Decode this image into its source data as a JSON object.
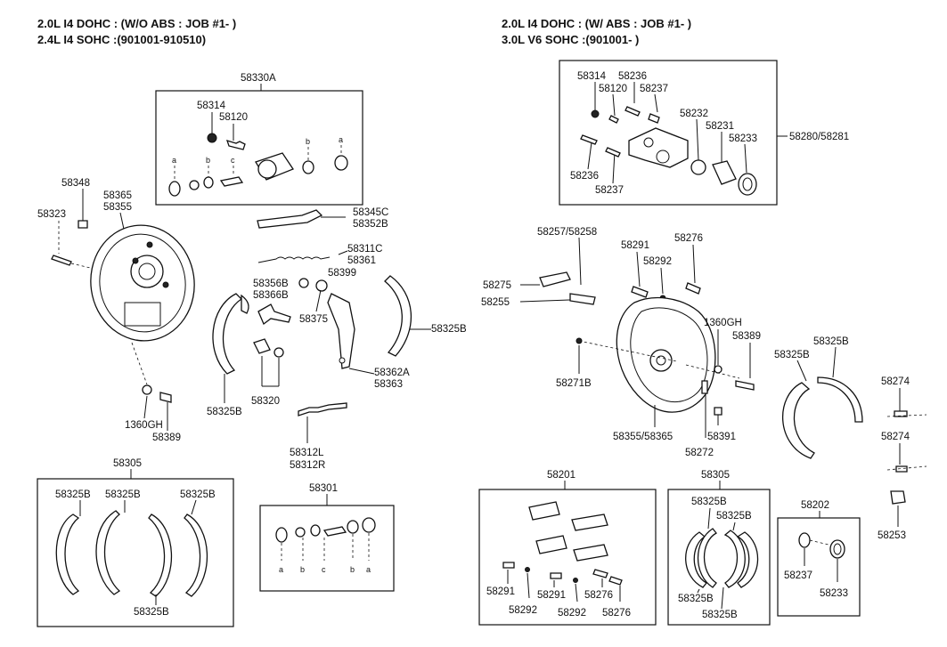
{
  "left_section": {
    "header_line1": "2.0L I4 DOHC : (W/O ABS : JOB #1- )",
    "header_line2": "2.4L I4 SOHC :(901001-910510)",
    "labels": {
      "wheel_cyl_assy": "58330A",
      "bleeder_cap": "58314",
      "bleeder_screw": "58120",
      "key_a1": "a",
      "key_b1": "b",
      "key_c1": "c",
      "key_b2": "b",
      "key_a2": "a",
      "bolt": "58348",
      "backing_plate_1": "58365",
      "backing_plate_2": "58355",
      "screw": "58323",
      "strut_1": "58345C",
      "strut_2": "58352B",
      "spring_1": "58311C",
      "spring_2": "58361",
      "clip": "58399",
      "lever_1": "58356B",
      "lever_2": "58366B",
      "pin": "58375",
      "shoe_right": "58325B",
      "lever_3": "58362A",
      "lever_4": "58363",
      "shoe_left": "58325B",
      "hold_down": "58320",
      "nut": "1360GH",
      "bolt_2": "58389",
      "adjuster_1": "58312L",
      "adjuster_2": "58312R"
    },
    "shoe_kit": {
      "title": "58305",
      "labels": [
        "58325B",
        "58325B",
        "58325B",
        "58325B"
      ]
    },
    "repair_kit": {
      "title": "58301",
      "keys": [
        "a",
        "b",
        "c",
        "b",
        "a"
      ]
    }
  },
  "right_section": {
    "header_line1": "2.0L I4 DOHC : (W/ ABS : JOB #1- )",
    "header_line2": "3.0L V6 SOHC :(901001- )",
    "caliper_box": {
      "labels": {
        "cap": "58314",
        "bushing_top": "58236",
        "bleeder": "58120",
        "boot_top": "58237",
        "piston_seal": "58232",
        "piston": "58231",
        "dust_boot": "58233",
        "bushing_bot": "58236",
        "boot_bot": "58237"
      },
      "assembly": "58280/58281"
    },
    "labels": {
      "parking_shoe_set": "58257/58258",
      "clip_a": "58275",
      "lever_a": "58255",
      "guide_pin": "58291",
      "bushing": "58292",
      "sleeve": "58276",
      "nut": "1360GH",
      "bolt": "58389",
      "bolt_2": "58271B",
      "backing_plate": "58355/58365",
      "spring": "58391",
      "clip_b": "58272",
      "shoe_1": "58325B",
      "shoe_2": "58325B",
      "cable_1": "58274",
      "cable_2": "58274",
      "cable_3": "58253"
    },
    "pad_kit": {
      "title": "58201",
      "labels": [
        "58291",
        "58292",
        "58291",
        "58292",
        "58276",
        "58276"
      ]
    },
    "shoe_kit": {
      "title": "58305",
      "labels": [
        "58325B",
        "58325B",
        "58325B",
        "58325B"
      ]
    },
    "seal_kit": {
      "title": "58202",
      "labels": [
        "58237",
        "58233"
      ]
    }
  }
}
